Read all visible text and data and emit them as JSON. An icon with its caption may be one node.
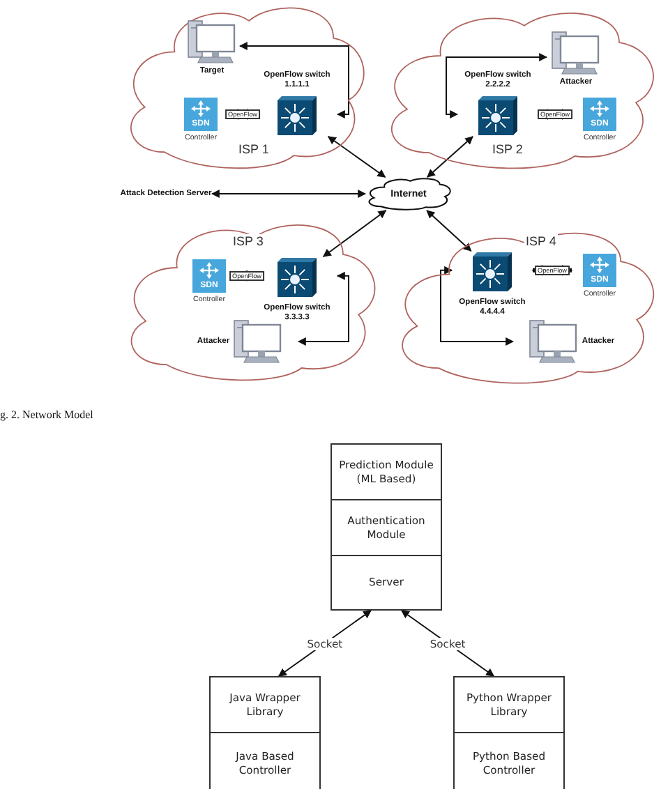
{
  "diagram": {
    "caption": "g. 2. Network Model",
    "nodes": [
      {
        "text": [
          "ISP 1"
        ]
      },
      {
        "text": [
          "Target"
        ],
        "in": 0
      },
      {
        "text": [
          "OpenFlow switch 1.1.1.1"
        ],
        "in": 0
      },
      {
        "text": [
          "SDN",
          "Controller"
        ],
        "in": 0
      },
      {
        "text": [
          "ISP 2"
        ]
      },
      {
        "text": [
          "Attacker"
        ],
        "in": 4
      },
      {
        "text": [
          "OpenFlow switch 2.2.2.2"
        ],
        "in": 4
      },
      {
        "text": [
          "SDN",
          "Controller"
        ],
        "in": 4
      },
      {
        "text": [
          "Internet"
        ]
      },
      {
        "text": [
          "Attack Detection Server"
        ]
      },
      {
        "text": [
          "ISP 3"
        ]
      },
      {
        "text": [
          "SDN",
          "Controller"
        ],
        "in": 10
      },
      {
        "text": [
          "OpenFlow switch 3.3.3.3"
        ],
        "in": 10
      },
      {
        "text": [
          "Attacker"
        ],
        "in": 10
      },
      {
        "text": [
          "ISP 4"
        ]
      },
      {
        "text": [
          "OpenFlow switch 4.4.4.4"
        ],
        "in": 14
      },
      {
        "text": [
          "SDN",
          "Controller"
        ],
        "in": 14
      },
      {
        "text": [
          "Attacker"
        ],
        "in": 14
      },
      {
        "text": [
          "Prediction Module (ML Based)"
        ]
      },
      {
        "text": [
          "Authentication Module"
        ]
      },
      {
        "text": [
          "Server"
        ]
      },
      {
        "text": [
          "Java Wrapper Library"
        ]
      },
      {
        "text": [
          "Java Based Controller"
        ]
      },
      {
        "text": [
          "Python Wrapper Library"
        ]
      },
      {
        "text": [
          "Python Based Controller"
        ]
      }
    ],
    "edges": [
      {
        "from": 2,
        "to": 1,
        "arrow": "both"
      },
      {
        "from": 3,
        "to": 2,
        "arrow": "both",
        "label": "OpenFlow",
        "style": "thick"
      },
      {
        "from": 8,
        "to": 2,
        "arrow": "both"
      },
      {
        "from": 6,
        "to": 5,
        "arrow": "both"
      },
      {
        "from": 6,
        "to": 7,
        "arrow": "both",
        "label": "OpenFlow",
        "style": "thick"
      },
      {
        "from": 8,
        "to": 6,
        "arrow": "both"
      },
      {
        "from": 8,
        "to": 9,
        "arrow": "both"
      },
      {
        "from": 11,
        "to": 12,
        "arrow": "both",
        "label": "OpenFlow",
        "style": "thick"
      },
      {
        "from": 8,
        "to": 12,
        "arrow": "both"
      },
      {
        "from": 12,
        "to": 13,
        "arrow": "both"
      },
      {
        "from": 15,
        "to": 16,
        "arrow": "both",
        "label": "OpenFlow",
        "style": "thick"
      },
      {
        "from": 8,
        "to": 15,
        "arrow": "both"
      },
      {
        "from": 15,
        "to": 17,
        "arrow": "both"
      },
      {
        "from": 21,
        "to": 20,
        "arrow": "both",
        "label": "Socket"
      },
      {
        "from": 23,
        "to": 20,
        "arrow": "both",
        "label": "Socket"
      }
    ]
  }
}
